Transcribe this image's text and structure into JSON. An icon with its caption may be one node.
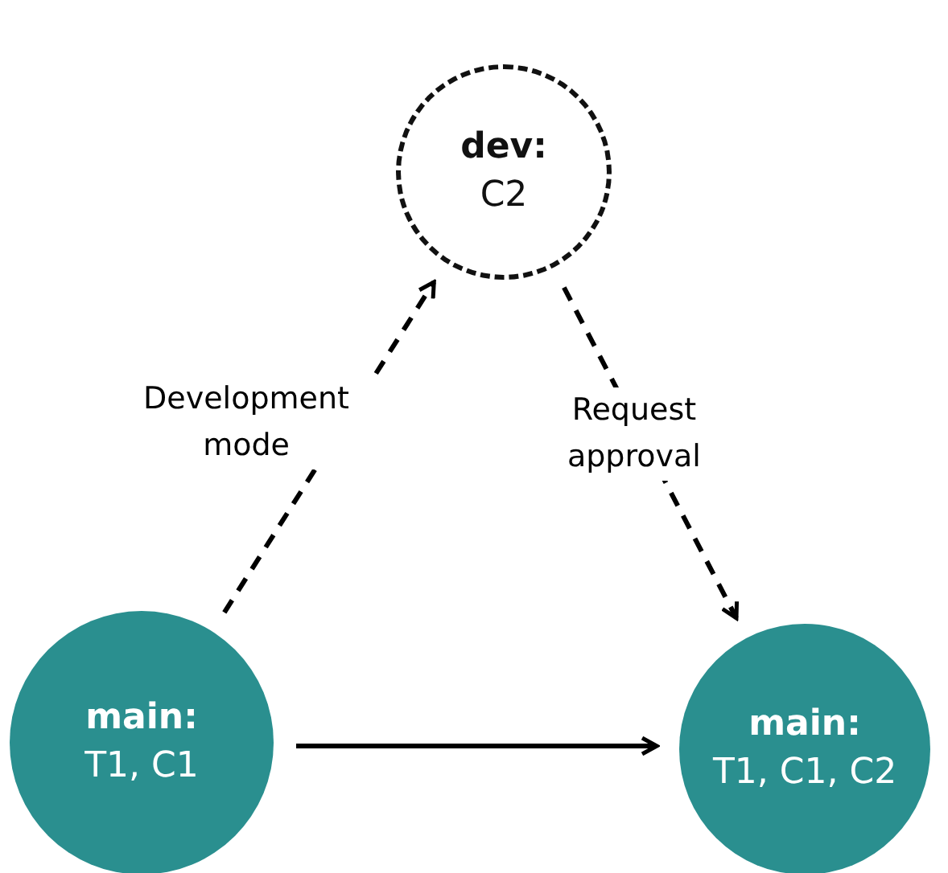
{
  "diagram": {
    "nodes": [
      {
        "text": [
          "dev:",
          "C2"
        ]
      },
      {
        "text": [
          "main:",
          "T1, C1"
        ]
      },
      {
        "text": [
          "main:",
          "T1, C1, C2"
        ]
      }
    ],
    "edges": [
      {
        "from": 1,
        "to": 0,
        "arrow": "to",
        "label": "Development mode",
        "style": "dashed"
      },
      {
        "from": 0,
        "to": 2,
        "arrow": "to",
        "label": "Request approval",
        "style": "dashed"
      },
      {
        "from": 1,
        "to": 2,
        "arrow": "to"
      }
    ]
  }
}
